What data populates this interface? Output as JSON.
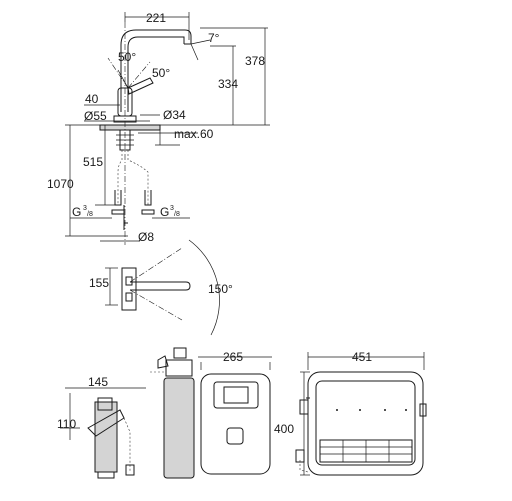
{
  "dims": {
    "spout_reach": "221",
    "swivel_angle": "7°",
    "lever_angle_left": "50°",
    "lever_angle_right": "50°",
    "total_height": "378",
    "spout_height": "334",
    "body_offset": "40",
    "base_diameter": "Ø55",
    "hole_diameter": "Ø34",
    "max_counter": "max.60",
    "hose_length": "515",
    "hose_total": "1070",
    "connection_left_g": "G",
    "connection_left_sup": "3",
    "connection_left_sub": "/8",
    "connection_right_g": "G",
    "connection_right_sup": "3",
    "connection_right_sub": "/8",
    "pipe_diameter": "Ø8",
    "rotation_offset": "155",
    "rotation_angle": "150°",
    "filter_width": "145",
    "filter_height": "110",
    "unit_depth": "265",
    "unit_height": "400",
    "unit_width": "451"
  }
}
